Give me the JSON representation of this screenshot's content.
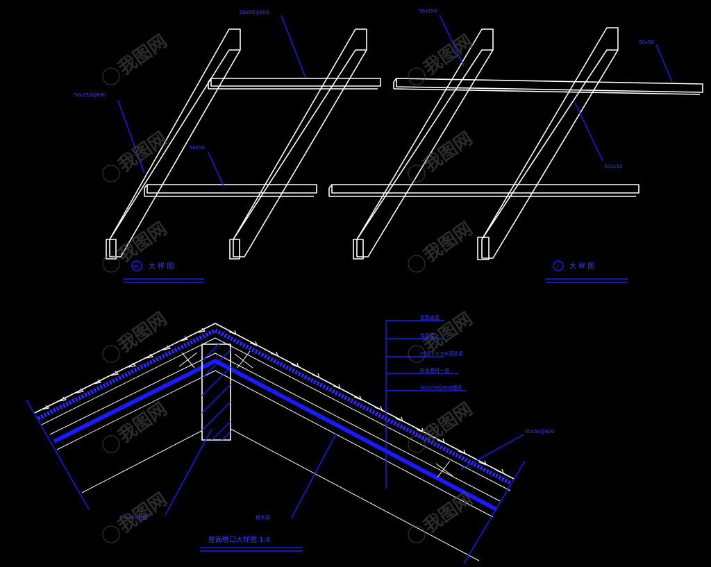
{
  "top_left_view": {
    "labels": [
      "50x50@600",
      "50x150@600",
      "50x50"
    ],
    "title_marker": "H",
    "title": "大 样 图"
  },
  "top_right_view": {
    "labels": [
      "50x150",
      "50x50",
      "50x150"
    ],
    "title_marker": "I",
    "title": "大 样 图"
  },
  "section_view": {
    "layer_labels": [
      "瓦面盖瓦",
      "挂瓦条",
      "20厚1:2.5水泥砂浆",
      "防水卷材一道",
      "50x150@600檩条"
    ],
    "right_label": "50x50@600",
    "ridge_label": "50x150脊檩",
    "rafter_label": "椽木梁",
    "title": "屋面檐口大样图 1:6"
  },
  "watermark": "我图网"
}
